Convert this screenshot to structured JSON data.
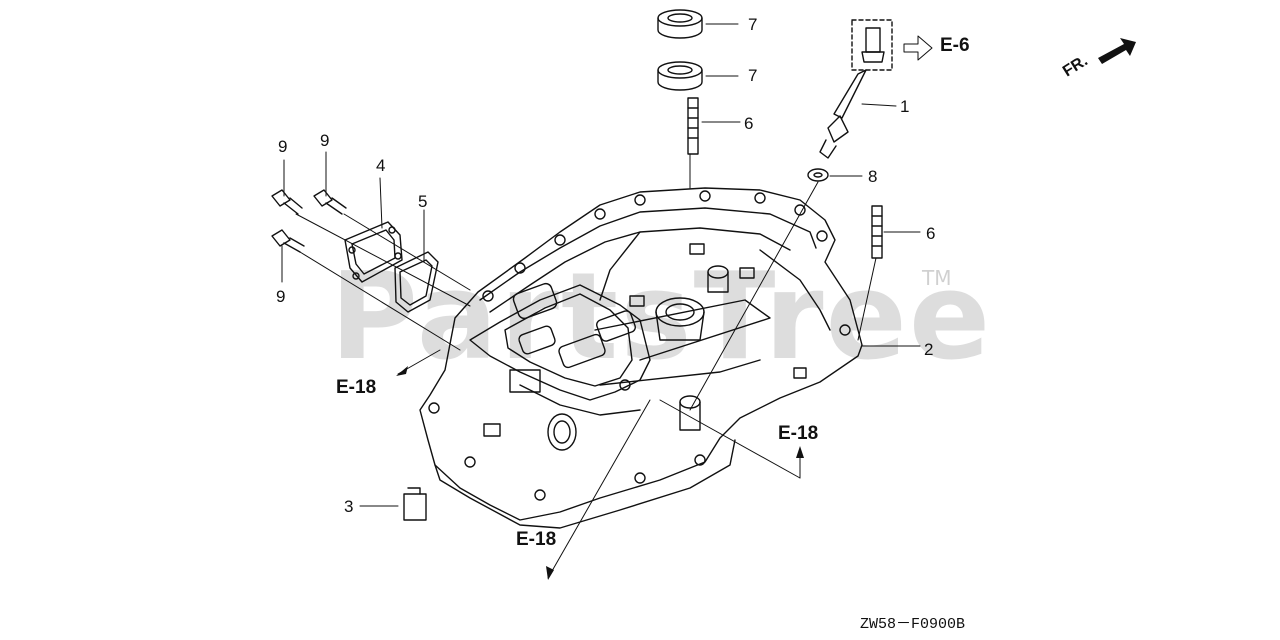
{
  "watermark": "PartsTree",
  "trademark": "TM",
  "diagram_code": "ZW58－F0900B",
  "front_indicator": "FR.",
  "refs": {
    "e6": "E-6",
    "e18_left": "E-18",
    "e18_right": "E-18",
    "e18_bottom": "E-18"
  },
  "callouts": {
    "c1": "1",
    "c2": "2",
    "c3": "3",
    "c4": "4",
    "c5": "5",
    "c6_top": "6",
    "c6_right": "6",
    "c7_top": "7",
    "c7_mid": "7",
    "c8": "8",
    "c9_a": "9",
    "c9_b": "9",
    "c9_c": "9"
  }
}
